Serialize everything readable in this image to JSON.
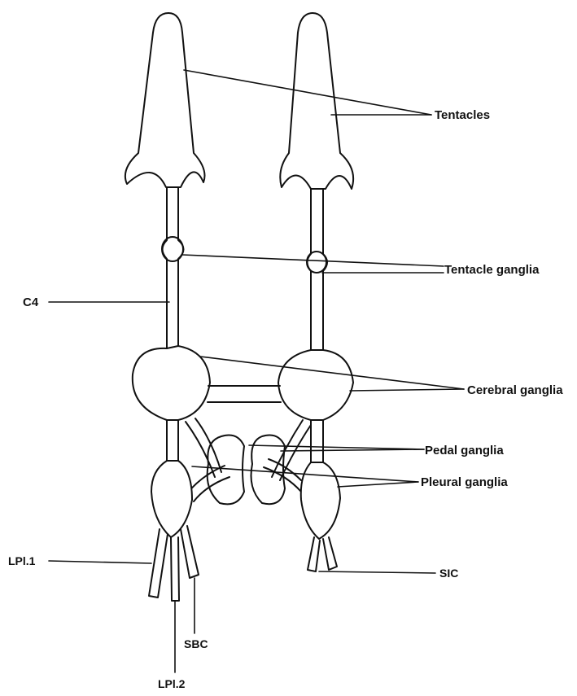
{
  "diagram": {
    "labels": {
      "tentacles": "Tentacles",
      "tentacle_ganglia": "Tentacle ganglia",
      "c4": "C4",
      "cerebral_ganglia": "Cerebral ganglia",
      "pedal_ganglia": "Pedal ganglia",
      "pleural_ganglia": "Pleural ganglia",
      "lpl1": "LPl.1",
      "lpl2": "LPl.2",
      "sbc": "SBC",
      "sic": "SIC"
    }
  }
}
